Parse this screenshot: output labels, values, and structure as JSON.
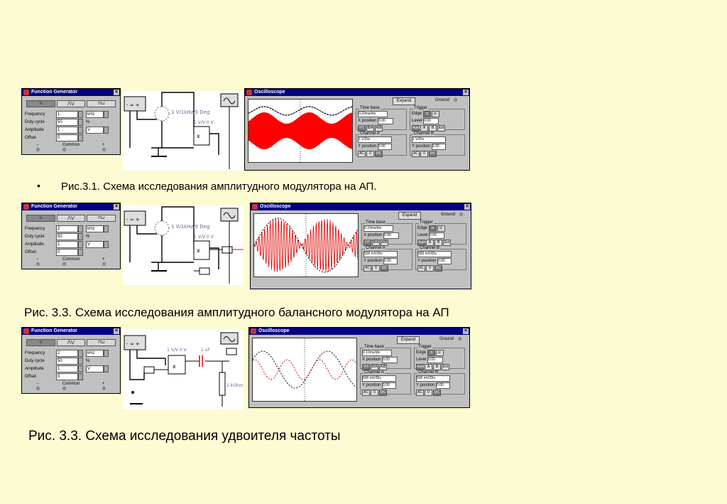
{
  "bullet": "•",
  "captions": [
    "Рис.3.1. Схема исследования амплитудного модулятора на АП.",
    "Рис. 3.3. Схема исследования амплитудного балансного модулятора на АП",
    "Рис. 3.3. Схема исследования удвоителя частоты"
  ],
  "fg": {
    "title": "Function Generator",
    "labels": [
      "Frequency",
      "Duty cycle",
      "Amplitude",
      "Offset"
    ],
    "bottom": [
      "Common"
    ],
    "rows": [
      {
        "values": [
          "1",
          "50",
          "1",
          "0"
        ],
        "units": [
          "kHz",
          "",
          "V",
          ""
        ],
        "unit_text": [
          "",
          "%",
          "",
          ""
        ]
      },
      {
        "values": [
          "2",
          "50",
          "1",
          "0"
        ],
        "units": [
          "kHz",
          "",
          "V",
          ""
        ],
        "unit_text": [
          "",
          "%",
          "",
          ""
        ]
      },
      {
        "values": [
          "2",
          "50",
          "1",
          "0"
        ],
        "units": [
          "kHz",
          "",
          "V",
          ""
        ],
        "unit_text": [
          "",
          "%",
          "",
          ""
        ]
      }
    ]
  },
  "osc": {
    "title": "Oscilloscope",
    "expand": "Expand",
    "ground": "Ground",
    "timebase": "Time base",
    "trigger": "Trigger",
    "channel_a": "Channel A",
    "channel_b": "Channel B",
    "xpos": "X position",
    "ypos": "Y position",
    "edge": "Edge",
    "level": "Level",
    "ya": "Y/T",
    "ba": "B/A",
    "ab": "A/B",
    "auto": "Auto",
    "a": "A",
    "b": "B",
    "ext": "Ext",
    "ac": "AC",
    "zero": "0",
    "dc": "DC",
    "rows": [
      {
        "timebase": "0.20ms/div",
        "xpos": "0.00",
        "level": "0.00",
        "cha": "1 V/Div",
        "chb": "1 V/Div",
        "apos": "0.00",
        "bpos": "0.00"
      },
      {
        "timebase": "0.10ms/div",
        "xpos": "0.00",
        "level": "0.00",
        "cha": "500 mV/Div",
        "chb": "500 mV/Div",
        "apos": "0.00",
        "bpos": "0.00"
      },
      {
        "timebase": "0.10ms/div",
        "xpos": "0.00",
        "level": "0.00",
        "cha": "500 mV/Div",
        "chb": "500 mV/Div",
        "apos": "0.00",
        "bpos": "0.00"
      }
    ]
  },
  "circuits": [
    {
      "label1": "1 V/1kHz/0 Deg",
      "label2": "1 V/V 0 V"
    },
    {
      "label1": "1 V/1kHz/0 Deg",
      "label2": "1 V/V 0 V"
    },
    {
      "label1": "1 V/V 0 V",
      "label2": "1 uF",
      "label3": "1 kOhm"
    }
  ],
  "colors": {
    "background": "#fdfbd1",
    "window": "#c0c0c0",
    "titlebar": "#000080",
    "trace_a": "#000000",
    "trace_b": "#ff0000"
  }
}
